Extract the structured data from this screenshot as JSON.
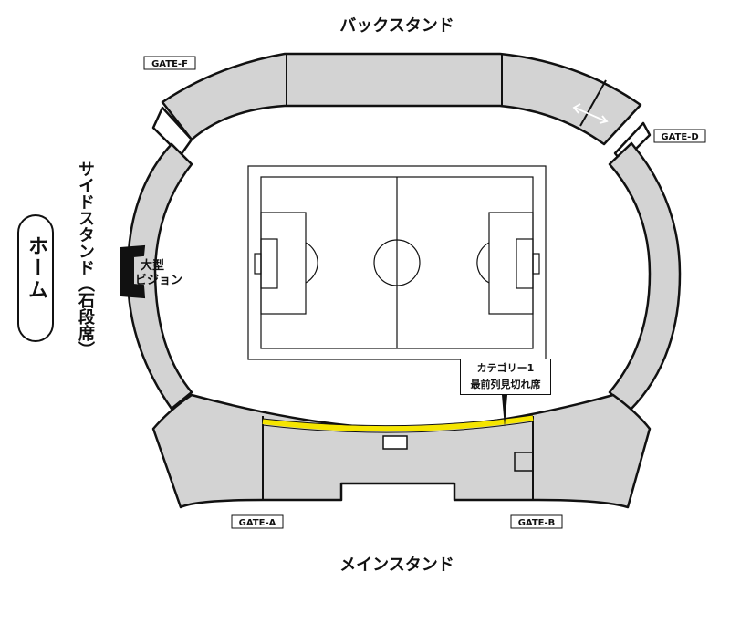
{
  "stands": {
    "back": "バックスタンド",
    "main": "メインスタンド",
    "side": "サイドスタンド（石段席）",
    "home": "ホーム"
  },
  "gates": {
    "f": "GATE-F",
    "d": "GATE-D",
    "a": "GATE-A",
    "b": "GATE-B"
  },
  "vision": {
    "line1": "大型",
    "line2": "ビジョン"
  },
  "category": {
    "line1": "カテゴリー1",
    "line2": "最前列見切れ席"
  },
  "colors": {
    "stand_fill": "#d3d3d3",
    "highlight_row": "#f5e500",
    "screen": "#111111"
  },
  "icons": {
    "arrow": "double-arrow-icon"
  }
}
